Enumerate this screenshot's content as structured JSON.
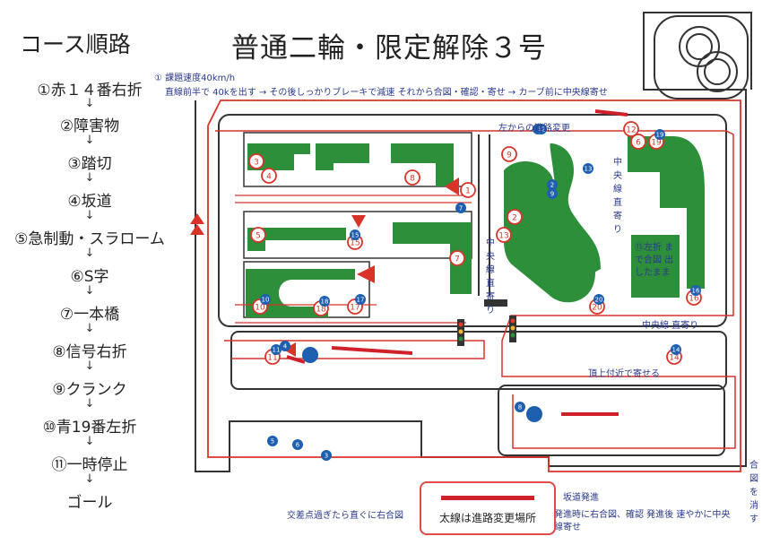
{
  "title": "普通二輪・限定解除３号",
  "course_heading": "コース順路",
  "steps": [
    "①赤１４番右折",
    "②障害物",
    "③踏切",
    "④坂道",
    "⑤急制動・スラローム",
    "⑥S字",
    "⑦一本橋",
    "⑧信号右折",
    "⑨クランク",
    "⑩青19番左折",
    "⑪一時停止",
    "ゴール"
  ],
  "arrow_symbol": "↓",
  "legend": {
    "text": "太線は進路変更場所"
  },
  "notes": {
    "top1": "① 課題速度40km/h",
    "top2": "直線前半で 40kを出す → その後しっかりブレーキで減速 それから合図・確認・寄せ → カーブ前に中央線寄せ",
    "left_lane_change": "左からの進路変更",
    "center_line_1": "中央線直寄り",
    "center_line_2": "中央線直寄り",
    "center_line_3": "中央線 直寄り",
    "left_turn_signal": "⑬左折 まで合図 出したまま",
    "slope_end": "頂上付近で寄せる",
    "after_cross": "交差点過ぎたら直ぐに右合図",
    "slope_start": "坂道発進",
    "slope_start_detail": "発進時に右合図、確認 発進後 速やかに中央線寄せ",
    "cancel_signal": "合図を消す"
  },
  "markers": {
    "red": [
      "1",
      "2",
      "3",
      "4",
      "5",
      "6",
      "7",
      "8",
      "9",
      "10",
      "11",
      "12",
      "13",
      "14",
      "15",
      "16",
      "17",
      "18",
      "19",
      "20"
    ],
    "blue": [
      "1",
      "2",
      "3",
      "4",
      "5",
      "6",
      "7",
      "8",
      "9",
      "10",
      "11",
      "12",
      "13",
      "14",
      "15",
      "16",
      "17",
      "18",
      "19",
      "20"
    ]
  },
  "colors": {
    "route": "#d9342a",
    "grass": "#2d8f3a",
    "road_outline": "#333333",
    "note_ink": "#2a3a8c",
    "lane_change": "#d0202a",
    "marker_blue": "#1f5fb0"
  }
}
